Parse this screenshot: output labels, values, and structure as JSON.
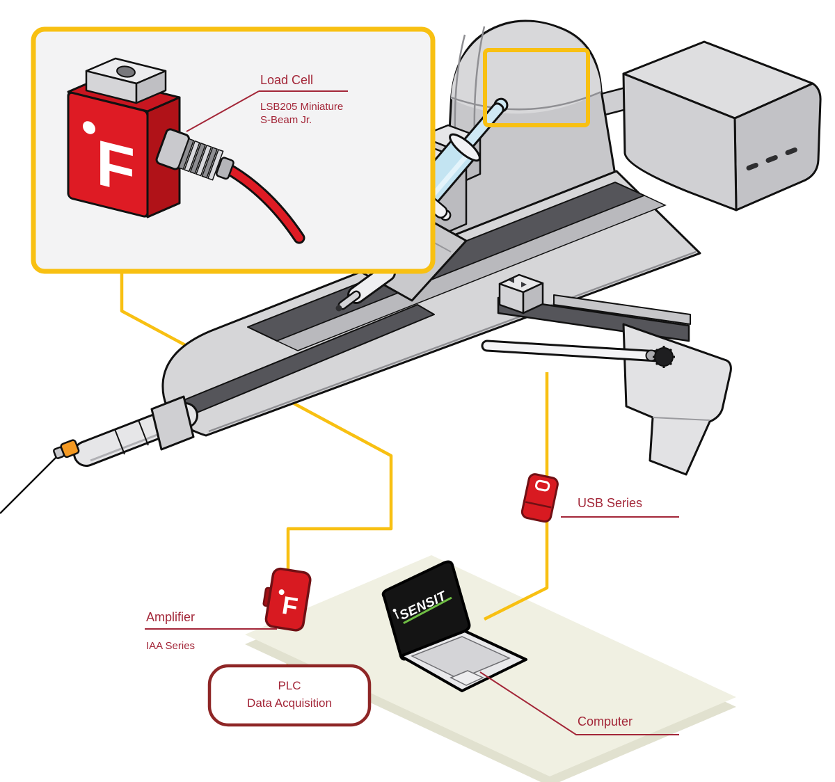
{
  "diagram": {
    "callout": {
      "title": "Load Cell",
      "model_line1": "LSB205 Miniature",
      "model_line2": "S-Beam Jr."
    },
    "usb": {
      "label": "USB Series"
    },
    "amplifier": {
      "label": "Amplifier",
      "series": "IAA Series",
      "logo": "F"
    },
    "load_cell": {
      "logo": "F"
    },
    "plc": {
      "line1": "PLC",
      "line2": "Data Acquisition"
    },
    "computer": {
      "label": "Computer",
      "screen_brand": "SENSIT"
    }
  },
  "icons": {
    "load_cell_logo": "futek-f-logo",
    "amplifier_logo": "futek-f-logo"
  },
  "colors": {
    "accent_yellow": "#F8C012",
    "label_red": "#A32638",
    "plc_border": "#8E2626",
    "futek_red": "#D81A21",
    "futek_red_dark": "#701014",
    "machine_gray": "#D6D6D8",
    "machine_dark_channel": "#55555A",
    "syringe_blue": "#C3E4F2",
    "platform_beige": "#F0F0E2",
    "tip_orange": "#F59A23",
    "laptop_screen": "#141414",
    "sensit_green": "#6FBE44"
  }
}
